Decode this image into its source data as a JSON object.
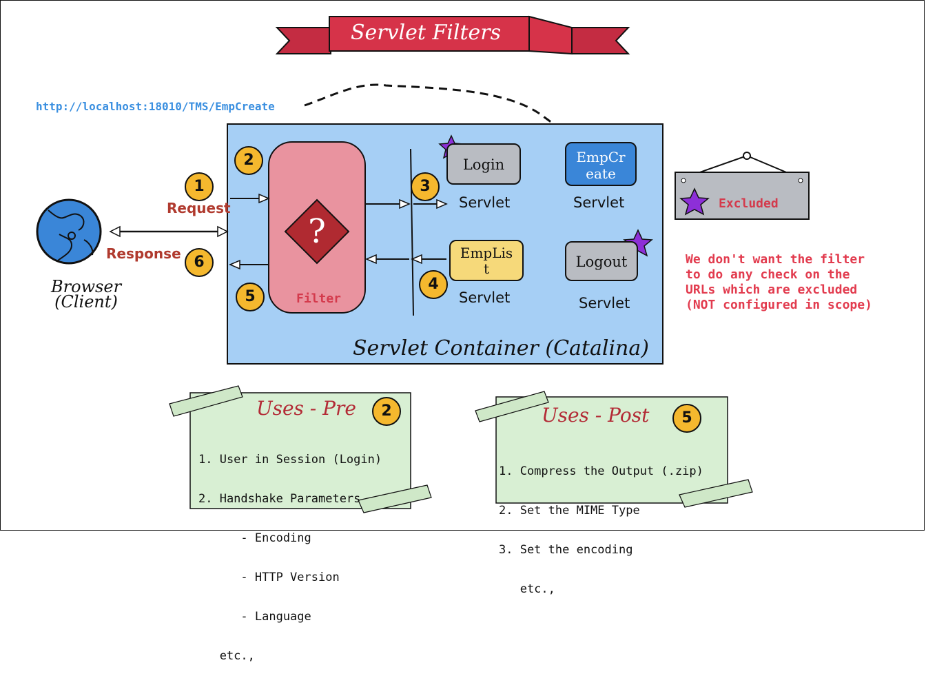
{
  "title": "Servlet Filters",
  "url": "http://localhost:18010/TMS/EmpCreate",
  "container": {
    "label": "Servlet Container (Catalina)"
  },
  "browser": {
    "line1": "Browser",
    "line2": "(Client)"
  },
  "flow": {
    "request_label": "Request",
    "response_label": "Response",
    "steps": [
      "1",
      "2",
      "3",
      "4",
      "5",
      "6"
    ]
  },
  "filter": {
    "label": "Filter",
    "symbol": "?"
  },
  "servlets": [
    {
      "name": "Login",
      "type": "Servlet",
      "excluded": true,
      "color": "#b9bcc2"
    },
    {
      "name_line1": "EmpCr",
      "name_line2": "eate",
      "type": "Servlet",
      "excluded": false,
      "color": "#3a86d8"
    },
    {
      "name_line1": "EmpLis",
      "name_line2": "t",
      "type": "Servlet",
      "excluded": false,
      "color": "#f6d97a"
    },
    {
      "name": "Logout",
      "type": "Servlet",
      "excluded": true,
      "color": "#b9bcc2"
    }
  ],
  "legend": {
    "label": "Excluded",
    "icon": "purple-star-icon"
  },
  "note": {
    "line1": "We don't want the filter",
    "line2": "to do any check on the",
    "line3": "URLs which are excluded",
    "line4": "(NOT configured in scope)"
  },
  "pre_card": {
    "title": "Uses - Pre",
    "badge": "2",
    "items": [
      "1. User in Session (Login)",
      "2. Handshake Parameters",
      "      - Encoding",
      "      - HTTP Version",
      "      - Language",
      "   etc.,"
    ]
  },
  "post_card": {
    "title": "Uses - Post",
    "badge": "5",
    "items": [
      "1. Compress the Output (.zip)",
      "2. Set the MIME Type",
      "3. Set the encoding",
      "   etc.,"
    ]
  },
  "colors": {
    "container_bg": "#a6cff5",
    "filter_bg": "#e9939f",
    "diamond": "#b02a31",
    "banner": "#d63349",
    "badge": "#f5b82e",
    "card_bg": "#d8efd3",
    "legend_bg": "#b9bcc2",
    "accent_red": "#e23b4e",
    "star": "#8d2fd8"
  }
}
